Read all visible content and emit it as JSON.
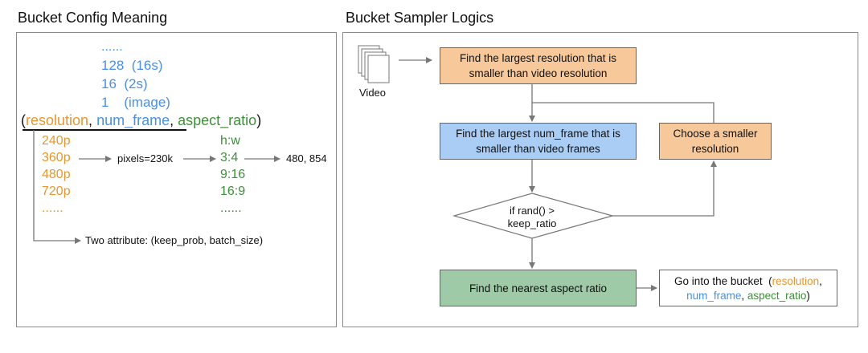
{
  "left": {
    "title": "Bucket Config Meaning",
    "frames": {
      "dots": "......",
      "f128": "128  (16s)",
      "f16": "16  (2s)",
      "f1": "1    (image)"
    },
    "tuple": {
      "open": "(",
      "resolution": "resolution",
      "sep1": ", ",
      "num_frame": "num_frame",
      "sep2": ", ",
      "aspect_ratio": "aspect_ratio",
      "close": ")"
    },
    "resolutions": [
      "240p",
      "360p",
      "480p",
      "720p",
      "......"
    ],
    "pixels_label": "pixels=230k",
    "ratios": [
      "h:w",
      "3:4",
      "9:16",
      "16:9",
      "......"
    ],
    "result_label": "480, 854",
    "attribute_label": "Two attribute: (keep_prob, batch_size)"
  },
  "right": {
    "title": "Bucket Sampler Logics",
    "video_label": "Video",
    "box_largest_res": "Find the largest resolution that is smaller than video resolution",
    "box_largest_frame": "Find the largest num_frame that is smaller than video frames",
    "box_smaller_res": "Choose a smaller resolution",
    "diamond": "if rand() > keep_ratio",
    "box_aspect": "Find the nearest aspect ratio",
    "bucket": {
      "prefix": "Go into the bucket  (",
      "resolution": "resolution",
      "comma1": ",",
      "num_frame": "num_frame",
      "comma2": ", ",
      "aspect_ratio": "aspect_ratio",
      "suffix": ")"
    }
  },
  "colors": {
    "orange_fill": "#f7c99a",
    "blue_fill": "#a9cdf5",
    "green_fill": "#9fcaa7",
    "orange_text": "#e8962e",
    "blue_text": "#4a90e2",
    "green_text": "#3f8f3a"
  }
}
